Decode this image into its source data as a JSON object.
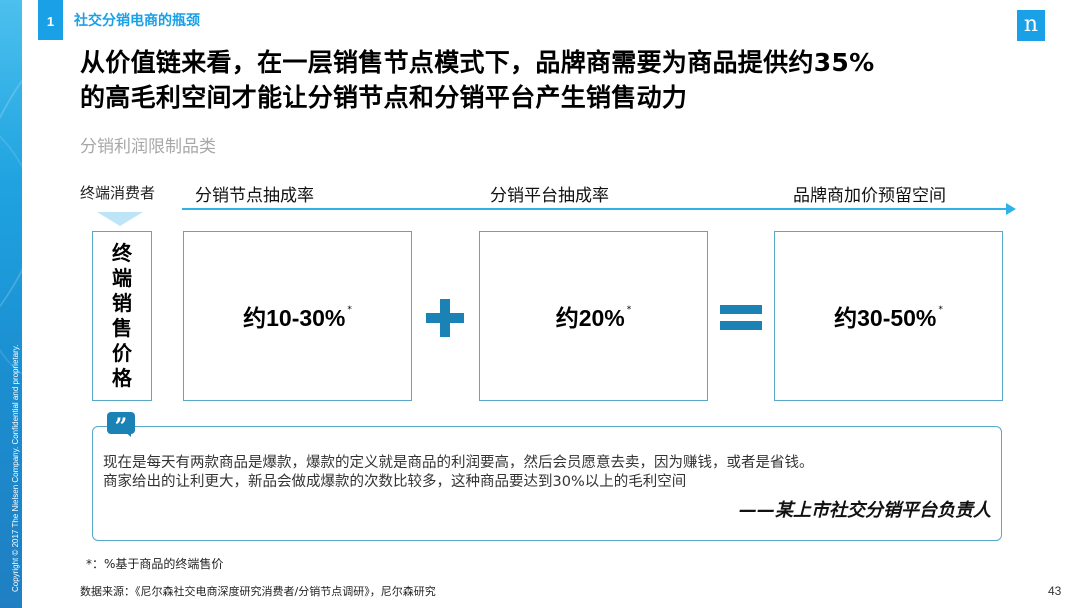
{
  "sidebar": {
    "copyright": "Copyright © 2017 The Nielsen Company. Confidential and proprietary."
  },
  "header": {
    "section_number": "1",
    "section_title": "社交分销电商的瓶颈",
    "logo_glyph": "n"
  },
  "headline": {
    "line1": "从价值链来看，在一层销售节点模式下，品牌商需要为商品提供约35%",
    "line2": "的高毛利空间才能让分销节点和分销平台产生销售动力"
  },
  "subtitle": "分销利润限制品类",
  "flow": {
    "consumer_label": "终端消费者",
    "stages": [
      {
        "label": "分销节点抽成率"
      },
      {
        "label": "分销平台抽成率"
      },
      {
        "label": "品牌商加价预留空间"
      }
    ]
  },
  "price_box": {
    "chars": [
      "终",
      "端",
      "销",
      "售",
      "价",
      "格"
    ]
  },
  "boxes": [
    {
      "value": "约10-30%",
      "marker": "*"
    },
    {
      "value": "约20%",
      "marker": "*"
    },
    {
      "value": "约30-50%",
      "marker": "*"
    }
  ],
  "operators": {
    "plus": "+",
    "equals": "="
  },
  "quote": {
    "icon": "quote-icon",
    "line1": "现在是每天有两款商品是爆款，爆款的定义就是商品的利润要高，然后会员愿意去卖，因为赚钱，或者是省钱。",
    "line2": "商家给出的让利更大，新品会做成爆款的次数比较多，这种商品要达到30%以上的毛利空间",
    "author": "——某上市社交分销平台负责人"
  },
  "footer": {
    "footnote": "*：%基于商品的终端售价",
    "source": "数据来源：《尼尔森社交电商深度研究消费者/分销节点调研》，尼尔森研究",
    "page_number": "43"
  },
  "colors": {
    "accent_blue": "#1aa0e6",
    "dark_blue": "#1a82b5",
    "box_border": "#5aa8c8",
    "arrow": "#2fb2e8",
    "triangle": "#bde4f7"
  }
}
